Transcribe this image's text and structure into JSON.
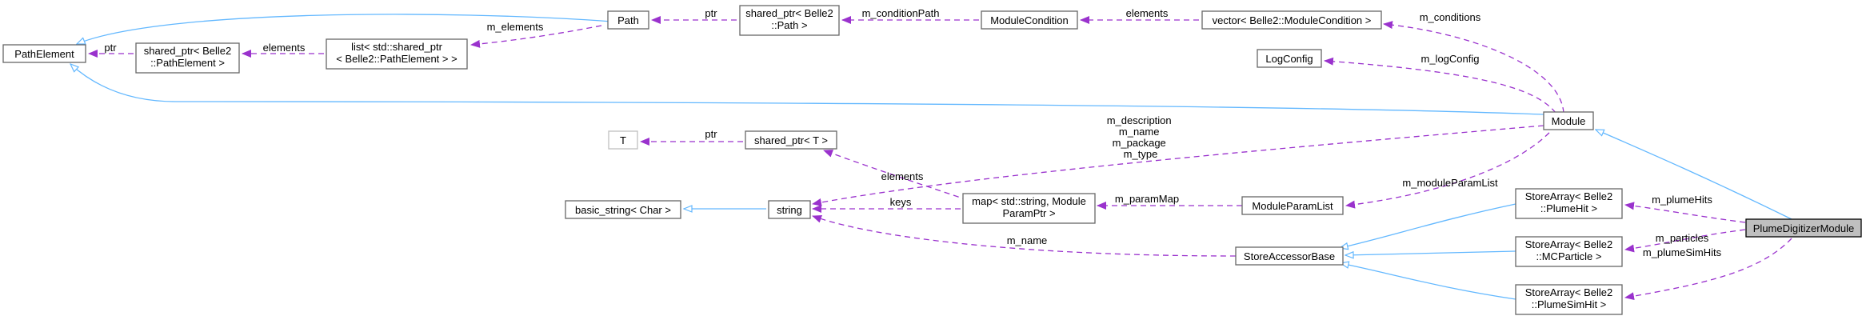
{
  "diagram": {
    "nodes": {
      "path_element": [
        "PathElement"
      ],
      "shared_ptr_path_element": [
        "shared_ptr< Belle2",
        "::PathElement >"
      ],
      "list_shared_ptr": [
        "list< std::shared_ptr",
        "< Belle2::PathElement > >"
      ],
      "path": [
        "Path"
      ],
      "shared_ptr_path": [
        "shared_ptr< Belle2",
        "::Path >"
      ],
      "module_condition": [
        "ModuleCondition"
      ],
      "vector_module_condition": [
        "vector< Belle2::ModuleCondition >"
      ],
      "log_config": [
        "LogConfig"
      ],
      "module": [
        "Module"
      ],
      "t_param": [
        "T"
      ],
      "shared_ptr_t": [
        "shared_ptr< T >"
      ],
      "basic_string": [
        "basic_string< Char >"
      ],
      "string": [
        "string"
      ],
      "map_string_param": [
        "map< std::string, Module",
        "ParamPtr >"
      ],
      "module_param_list": [
        "ModuleParamList"
      ],
      "store_accessor_base": [
        "StoreAccessorBase"
      ],
      "store_array_plume_hit": [
        "StoreArray< Belle2",
        "::PlumeHit >"
      ],
      "store_array_mc_particle": [
        "StoreArray< Belle2",
        "::MCParticle >"
      ],
      "store_array_plume_sim_hit": [
        "StoreArray< Belle2",
        "::PlumeSimHit >"
      ],
      "plume_digitizer_module": [
        "PlumeDigitizerModule"
      ]
    },
    "edge_labels": {
      "ptr_path_element": [
        "ptr"
      ],
      "elements_list": [
        "elements"
      ],
      "m_elements": [
        "m_elements"
      ],
      "ptr_path": [
        "ptr"
      ],
      "m_condition_path": [
        "m_conditionPath"
      ],
      "elements_condition": [
        "elements"
      ],
      "m_conditions": [
        "m_conditions"
      ],
      "m_log_config": [
        "m_logConfig"
      ],
      "module_strings": [
        "m_description",
        "m_name",
        "m_package",
        "m_type"
      ],
      "ptr_t": [
        "ptr"
      ],
      "elements_map": [
        "elements"
      ],
      "keys": [
        "keys"
      ],
      "m_param_map": [
        "m_paramMap"
      ],
      "m_module_param_list": [
        "m_moduleParamList"
      ],
      "m_name_accessor": [
        "m_name"
      ],
      "m_plume_hits": [
        "m_plumeHits"
      ],
      "m_particles": [
        "m_particles"
      ],
      "m_plume_sim_hits": [
        "m_plumeSimHits"
      ]
    },
    "colors": {
      "inheritance_edge": "#63b8ff",
      "usage_edge": "#9a32cd",
      "highlight_fill": "#bfbfbf",
      "node_border": "#666666"
    }
  }
}
